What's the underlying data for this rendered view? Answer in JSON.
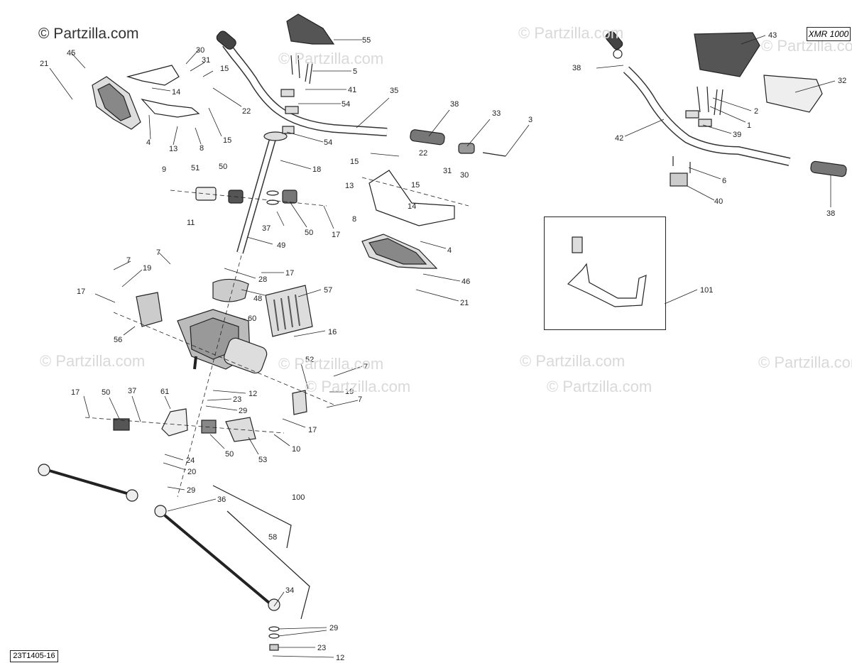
{
  "watermark": {
    "main": "© Partzilla.com",
    "faded": [
      "© Partzilla.com",
      "© Partzilla.com",
      "© Partzilla.com",
      "© Partzilla.com",
      "© Partzilla.com",
      "© Partzilla.com",
      "© Partzilla.com",
      "© Partzilla.com",
      "© Partzilla.com"
    ]
  },
  "model_label": "XMR 1000",
  "drawing_ref": "23T1405-16",
  "callouts": [
    "55",
    "5",
    "41",
    "54",
    "54",
    "18",
    "35",
    "38",
    "33",
    "3",
    "30",
    "31",
    "15",
    "45",
    "21",
    "14",
    "22",
    "4",
    "13",
    "8",
    "15",
    "9",
    "51",
    "50",
    "37",
    "50",
    "17",
    "11",
    "49",
    "7",
    "19",
    "7",
    "17",
    "56",
    "17",
    "28",
    "48",
    "57",
    "60",
    "16",
    "15",
    "22",
    "13",
    "31",
    "30",
    "15",
    "14",
    "8",
    "4",
    "46",
    "21",
    "43",
    "32",
    "38",
    "2",
    "1",
    "39",
    "42",
    "6",
    "40",
    "38",
    "101",
    "52",
    "7",
    "19",
    "7",
    "17",
    "12",
    "23",
    "29",
    "17",
    "50",
    "37",
    "61",
    "50",
    "53",
    "10",
    "24",
    "20",
    "29",
    "36",
    "100",
    "58",
    "34",
    "29",
    "23",
    "12"
  ]
}
